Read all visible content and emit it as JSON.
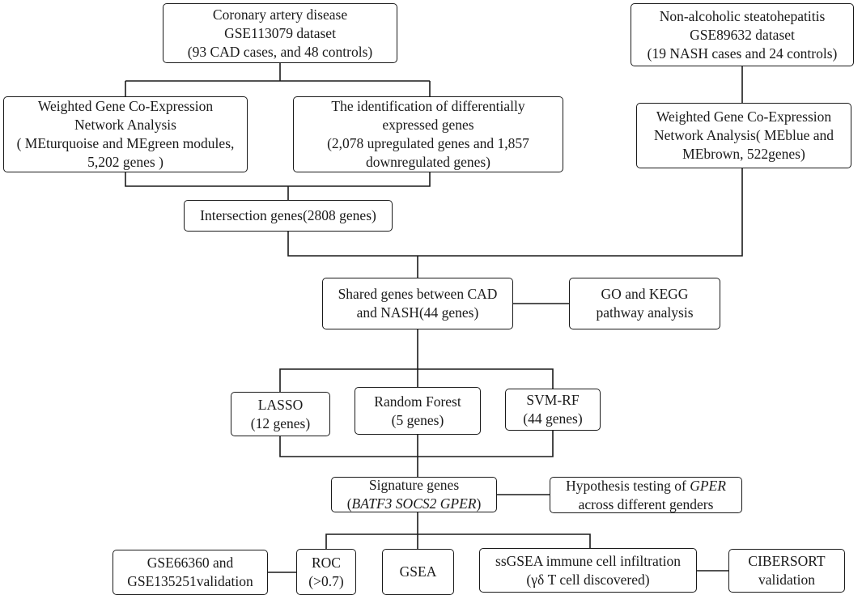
{
  "boxes": {
    "cad": {
      "lines": [
        "Coronary artery disease",
        "GSE113079 dataset",
        "(93 CAD cases, and 48 controls)"
      ]
    },
    "nash": {
      "lines": [
        "Non-alcoholic steatohepatitis",
        "GSE89632 dataset",
        "(19 NASH cases and 24 controls)"
      ]
    },
    "wgcna_cad": {
      "lines": [
        "Weighted Gene Co-Expression",
        "Network Analysis",
        "( MEturquoise and MEgreen modules,",
        "5,202 genes )"
      ]
    },
    "deg": {
      "lines": [
        "The identification of differentially",
        "expressed genes",
        "(2,078 upregulated genes and 1,857",
        "downregulated genes)"
      ]
    },
    "wgcna_nash": {
      "lines": [
        "Weighted Gene Co-Expression",
        "Network Analysis( MEblue and",
        "MEbrown, 522genes)"
      ]
    },
    "intersection": {
      "lines": [
        "Intersection genes(2808 genes)"
      ]
    },
    "shared": {
      "lines": [
        "Shared genes between CAD",
        "and NASH(44 genes)"
      ]
    },
    "go_kegg": {
      "lines": [
        "GO and KEGG",
        "pathway analysis"
      ]
    },
    "lasso": {
      "lines": [
        "LASSO",
        "(12 genes)"
      ]
    },
    "rf": {
      "lines": [
        "Random Forest",
        "(5 genes)"
      ]
    },
    "svm": {
      "lines": [
        "SVM-RF",
        "(44 genes)"
      ]
    },
    "signature": {
      "line1": "Signature genes",
      "open": "(",
      "genes": "BATF3 SOCS2 GPER",
      "close": ")"
    },
    "hypothesis": {
      "prefix": "Hypothesis testing of ",
      "gene": "GPER",
      "line2": "across different genders"
    },
    "validation": {
      "lines": [
        "GSE66360 and",
        "GSE135251validation"
      ]
    },
    "roc": {
      "lines": [
        "ROC",
        "(>0.7)"
      ]
    },
    "gsea": {
      "lines": [
        "GSEA"
      ]
    },
    "ssgsea": {
      "lines": [
        "ssGSEA immune cell infiltration",
        "(γδ T cell discovered)"
      ]
    },
    "cibersort": {
      "lines": [
        "CIBERSORT",
        "validation"
      ]
    }
  }
}
